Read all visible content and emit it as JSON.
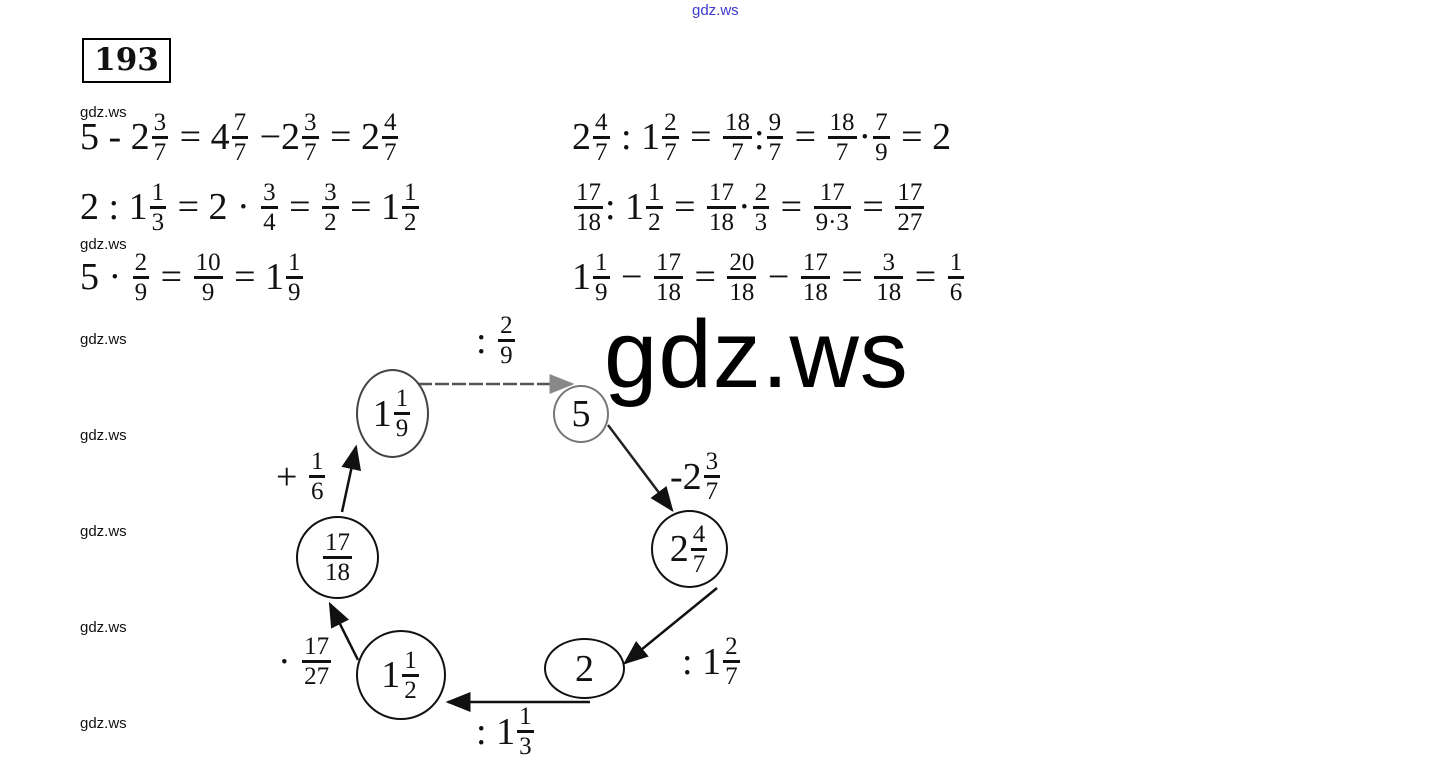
{
  "watermarks": {
    "top": "gdz.ws",
    "big": "gdz.ws",
    "small": "gdz.ws"
  },
  "problem_number": "193",
  "left_equations": [
    [
      "5 - ",
      {
        "w": "2",
        "n": "3",
        "d": "7"
      },
      " = ",
      {
        "w": "4",
        "n": "7",
        "d": "7"
      },
      " −",
      {
        "w": "2",
        "n": "3",
        "d": "7"
      },
      " = ",
      {
        "w": "2",
        "n": "4",
        "d": "7"
      }
    ],
    [
      "2 : ",
      {
        "w": "1",
        "n": "1",
        "d": "3"
      },
      " = 2 · ",
      {
        "n": "3",
        "d": "4"
      },
      " = ",
      {
        "n": "3",
        "d": "2"
      },
      " = ",
      {
        "w": "1",
        "n": "1",
        "d": "2"
      }
    ],
    [
      "5 · ",
      {
        "n": "2",
        "d": "9"
      },
      " = ",
      {
        "n": "10",
        "d": "9"
      },
      " = ",
      {
        "w": "1",
        "n": "1",
        "d": "9"
      }
    ]
  ],
  "right_equations": [
    [
      {
        "w": "2",
        "n": "4",
        "d": "7"
      },
      " : ",
      {
        "w": "1",
        "n": "2",
        "d": "7"
      },
      " = ",
      {
        "n": "18",
        "d": "7"
      },
      ":",
      {
        "n": "9",
        "d": "7"
      },
      " = ",
      {
        "n": "18",
        "d": "7"
      },
      "·",
      {
        "n": "7",
        "d": "9"
      },
      " = 2"
    ],
    [
      {
        "n": "17",
        "d": "18"
      },
      ": 1",
      {
        "n": "1",
        "d": "2"
      },
      " = ",
      {
        "n": "17",
        "d": "18"
      },
      "·",
      {
        "n": "2",
        "d": "3"
      },
      " = ",
      {
        "n": "17",
        "d": "9·3"
      },
      " = ",
      {
        "n": "17",
        "d": "27"
      }
    ],
    [
      {
        "w": "1",
        "n": "1",
        "d": "9"
      },
      " − ",
      {
        "n": "17",
        "d": "18"
      },
      " = ",
      {
        "n": "20",
        "d": "18"
      },
      " − ",
      {
        "n": "17",
        "d": "18"
      },
      " = ",
      {
        "n": "3",
        "d": "18"
      },
      " = ",
      {
        "n": "1",
        "d": "6"
      }
    ]
  ],
  "cycle": {
    "nodes": [
      {
        "id": "n1",
        "value": [
          {
            "w": "1",
            "n": "1",
            "d": "9"
          }
        ]
      },
      {
        "id": "n2",
        "value": [
          "5"
        ]
      },
      {
        "id": "n3",
        "value": [
          {
            "w": "2",
            "n": "4",
            "d": "7"
          }
        ]
      },
      {
        "id": "n4",
        "value": [
          "2"
        ]
      },
      {
        "id": "n5",
        "value": [
          {
            "w": "1",
            "n": "1",
            "d": "2"
          }
        ]
      },
      {
        "id": "n6",
        "value": [
          {
            "n": "17",
            "d": "18"
          }
        ]
      }
    ],
    "operations": [
      {
        "from": "n1",
        "to": "n2",
        "label": [
          ": ",
          {
            "n": "2",
            "d": "9"
          }
        ]
      },
      {
        "from": "n2",
        "to": "n3",
        "label": [
          "-",
          {
            "w": "2",
            "n": "3",
            "d": "7"
          }
        ]
      },
      {
        "from": "n3",
        "to": "n4",
        "label": [
          ": ",
          {
            "w": "1",
            "n": "2",
            "d": "7"
          }
        ]
      },
      {
        "from": "n4",
        "to": "n5",
        "label": [
          ": ",
          {
            "w": "1",
            "n": "1",
            "d": "3"
          }
        ]
      },
      {
        "from": "n5",
        "to": "n6",
        "label": [
          "· ",
          {
            "n": "17",
            "d": "27"
          }
        ]
      },
      {
        "from": "n6",
        "to": "n1",
        "label": [
          "+ ",
          {
            "n": "1",
            "d": "6"
          }
        ]
      }
    ]
  }
}
